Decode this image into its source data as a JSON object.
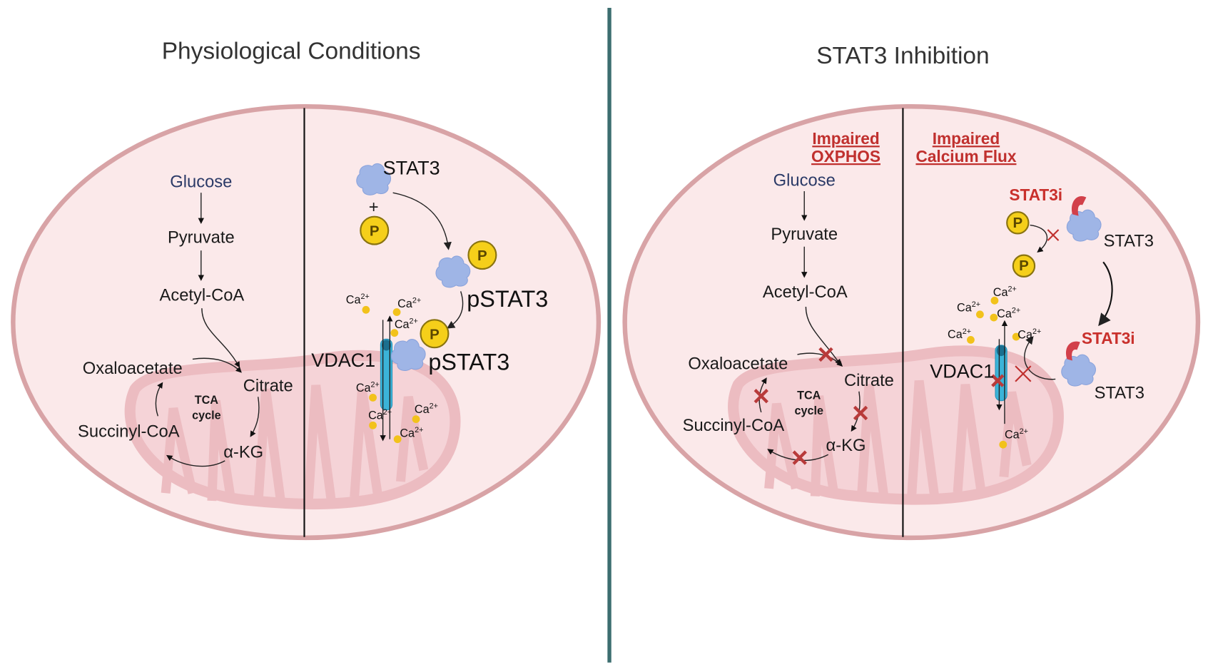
{
  "left": {
    "title": "Physiological Conditions",
    "glucose": "Glucose",
    "pyruvate": "Pyruvate",
    "acetyl_coa": "Acetyl-CoA",
    "oxaloacetate": "Oxaloacetate",
    "citrate": "Citrate",
    "succinyl_coa": "Succinyl-CoA",
    "akg": "α-KG",
    "tca1": "TCA",
    "tca2": "cycle",
    "stat3": "STAT3",
    "plus": "+",
    "p": "P",
    "pstat3": "pSTAT3",
    "vdac1": "VDAC1",
    "ca": "Ca",
    "ca_sup": "2+"
  },
  "right": {
    "title": "STAT3 Inhibition",
    "impaired_oxphos_1": "Impaired",
    "impaired_oxphos_2": "OXPHOS",
    "impaired_ca_1": "Impaired",
    "impaired_ca_2": "Calcium Flux",
    "glucose": "Glucose",
    "pyruvate": "Pyruvate",
    "acetyl_coa": "Acetyl-CoA",
    "oxaloacetate": "Oxaloacetate",
    "citrate": "Citrate",
    "succinyl_coa": "Succinyl-CoA",
    "akg": "α-KG",
    "tca1": "TCA",
    "tca2": "cycle",
    "stat3i": "STAT3i",
    "stat3": "STAT3",
    "p": "P",
    "vdac1": "VDAC1",
    "ca": "Ca",
    "ca_sup": "2+"
  },
  "colors": {
    "divider": "#3d6e70",
    "cell_fill": "#fbe9ea",
    "cell_stroke": "#d8a3a6",
    "inhibit_red": "#c0302e",
    "protein": "#9fb5e6",
    "phosphate": "#f5cf1a"
  }
}
